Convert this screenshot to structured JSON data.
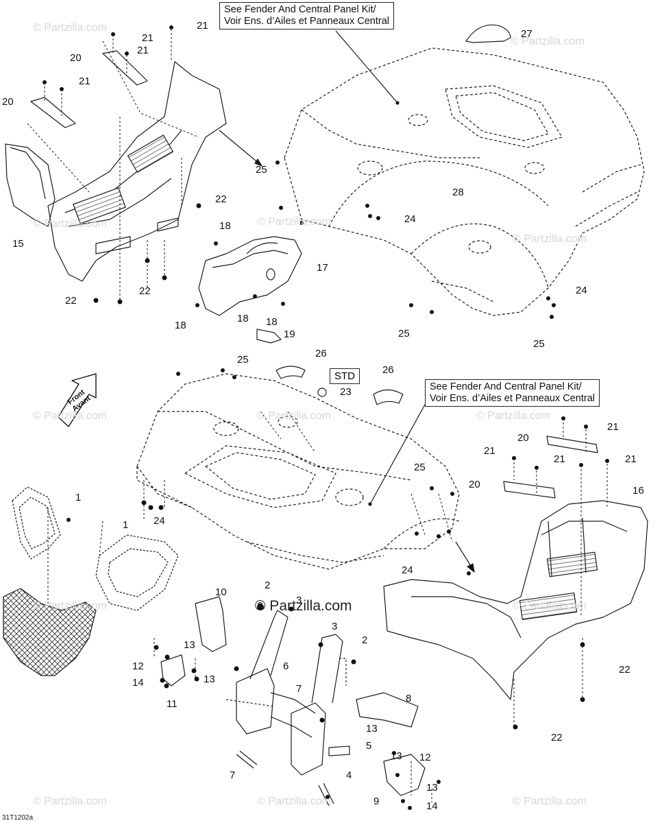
{
  "diagram": {
    "notes": {
      "top": {
        "line1": "See Fender And Central Panel Kit/",
        "line2": "Voir Ens. d’Ailes et Panneaux Central"
      },
      "mid": {
        "line1": "See Fender And Central Panel Kit/",
        "line2": "Voir Ens. d’Ailes et Panneaux Central"
      }
    },
    "std_box": "STD",
    "front_arrow": {
      "line1": "Front",
      "line2": "Avant"
    },
    "watermark": "© Partzilla.com",
    "watermark_main": "© Partzilla.com",
    "figure_code": "31T1202a",
    "labels": {
      "l1a": "1",
      "l1b": "1",
      "l2a": "2",
      "l2b": "2",
      "l3a": "3",
      "l3b": "3",
      "l4": "4",
      "l5": "5",
      "l6": "6",
      "l7a": "7",
      "l7b": "7",
      "l8": "8",
      "l9": "9",
      "l10": "10",
      "l11": "11",
      "l12a": "12",
      "l12b": "12",
      "l13a": "13",
      "l13b": "13",
      "l13c": "13",
      "l13d": "13",
      "l13e": "13",
      "l14a": "14",
      "l14b": "14",
      "l15": "15",
      "l16": "16",
      "l17": "17",
      "l18a": "18",
      "l18b": "18",
      "l18c": "18",
      "l18d": "18",
      "l19": "19",
      "l20a": "20",
      "l20b": "20",
      "l20c": "20",
      "l20d": "20",
      "l21a": "21",
      "l21b": "21",
      "l21c": "21",
      "l21d": "21",
      "l21e": "21",
      "l21f": "21",
      "l21g": "21",
      "l22a": "22",
      "l22b": "22",
      "l22c": "22",
      "l22d": "22",
      "l22e": "22",
      "l23": "23",
      "l24a": "24",
      "l24b": "24",
      "l24c": "24",
      "l24d": "24",
      "l25a": "25",
      "l25b": "25",
      "l25c": "25",
      "l25d": "25",
      "l25e": "25",
      "l26a": "26",
      "l26b": "26",
      "l27": "27",
      "l28": "28"
    }
  }
}
